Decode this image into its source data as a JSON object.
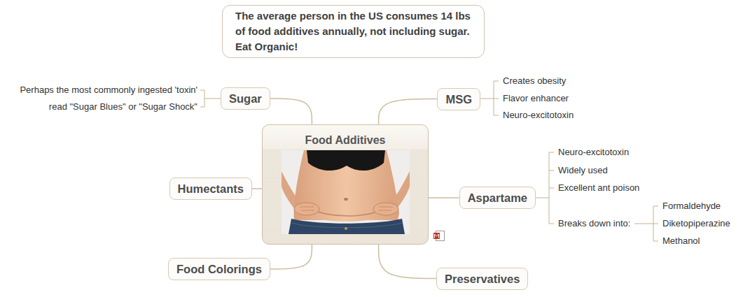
{
  "diagram": {
    "nodes": [
      {
        "text": [
          "The average person in the US consumes 14 lbs of food additives annually, not including sugar. Eat Organic!"
        ]
      },
      {
        "text": [
          "Sugar"
        ]
      },
      {
        "text": [
          "MSG"
        ]
      },
      {
        "text": [
          "Food Additives"
        ]
      },
      {
        "text": [
          "Humectants"
        ]
      },
      {
        "text": [
          "Aspartame"
        ]
      },
      {
        "text": [
          "Food Colorings"
        ]
      },
      {
        "text": [
          "Preservatives"
        ]
      }
    ],
    "edges": [
      {
        "from": 3,
        "to": 1,
        "arrow": "none"
      },
      {
        "from": 3,
        "to": 2,
        "arrow": "none"
      },
      {
        "from": 3,
        "to": 4,
        "arrow": "none"
      },
      {
        "from": 3,
        "to": 5,
        "arrow": "none"
      },
      {
        "from": 3,
        "to": 6,
        "arrow": "none"
      },
      {
        "from": 3,
        "to": 7,
        "arrow": "none"
      }
    ],
    "labels": [
      "Perhaps the most commonly ingested 'toxin'",
      "read \"Sugar Blues\" or \"Sugar Shock\"",
      "Creates obesity",
      "Flavor enhancer",
      "Neuro-excitotoxin",
      "Neuro-excitotoxin",
      "Widely used",
      "Excellent ant poison",
      "Breaks down into:",
      "Formaldehyde",
      "Diketopiperazine",
      "Methanol"
    ]
  }
}
